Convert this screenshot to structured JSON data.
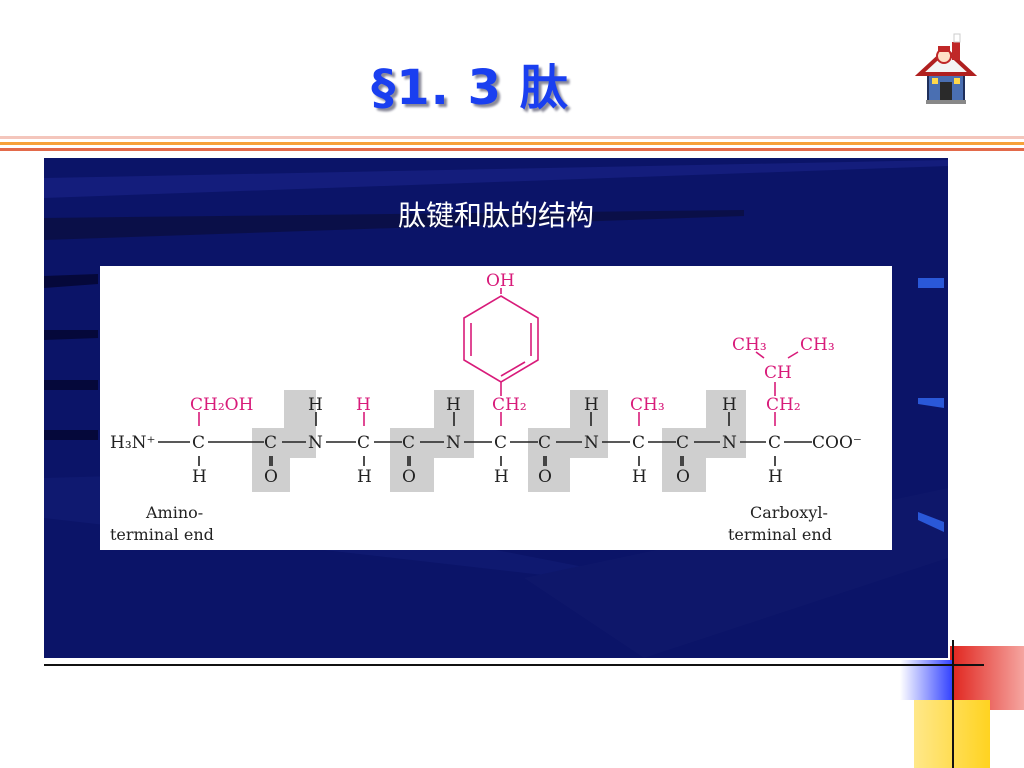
{
  "slide": {
    "title": "§1. 3  肽",
    "subtitle": "肽键和肽的结构"
  },
  "icons": {
    "home": "house-with-santa-icon"
  },
  "colors": {
    "title": "#1a3ff0",
    "panel": "#0b1468",
    "side_chain": "#d81b7a",
    "peptide_bond_highlight": "#cfcfcf",
    "accent_red": "#e0231c",
    "accent_yellow": "#ffd320",
    "accent_blue": "#2c3cff"
  },
  "diagram": {
    "amino_terminal_group": "H₃N⁺",
    "carboxyl_terminal_group": "COO⁻",
    "amino_terminal_label": [
      "Amino-",
      "terminal end"
    ],
    "carboxyl_terminal_label": [
      "Carboxyl-",
      "terminal end"
    ],
    "side_chains": {
      "serine": "CH₂OH",
      "glycine": "H",
      "tyrosine_ring_top": "OH",
      "tyrosine_link": "CH₂",
      "alanine": "CH₃",
      "leucine_ch": "CH",
      "leucine_ch3_left": "CH₃",
      "leucine_ch3_right": "CH₃",
      "leucine_link": "CH₂"
    },
    "atoms": {
      "carbon": "C",
      "nitrogen": "N",
      "hydrogen": "H",
      "oxygen": "O"
    }
  }
}
